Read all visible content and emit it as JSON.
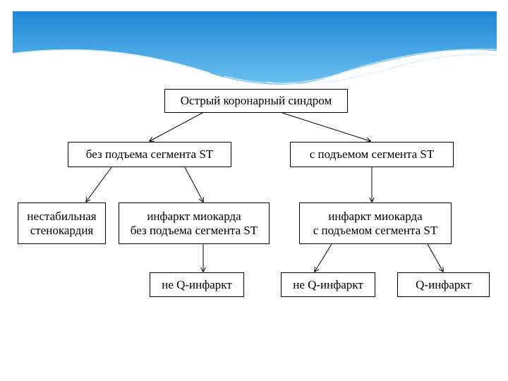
{
  "diagram": {
    "root": "Острый коронарный синдром",
    "no_st": "без подъема сегмента ST",
    "st": "с подъемом сегмента ST",
    "unstable_angina": [
      "нестабильная",
      "стенокардия"
    ],
    "mi_no_st": [
      "инфаркт миокарда",
      "без подъема сегмента ST"
    ],
    "mi_st": [
      "инфаркт миокарда",
      "с подъемом сегмента ST"
    ],
    "non_q_1": "не Q-инфаркт",
    "non_q_2": "не Q-инфаркт",
    "q_mi": "Q-инфаркт"
  },
  "colors": {
    "banner_top": "#1e87d4",
    "banner_mid": "#5fb7ec",
    "wave": "#e8f5fd",
    "line": "#000000"
  }
}
